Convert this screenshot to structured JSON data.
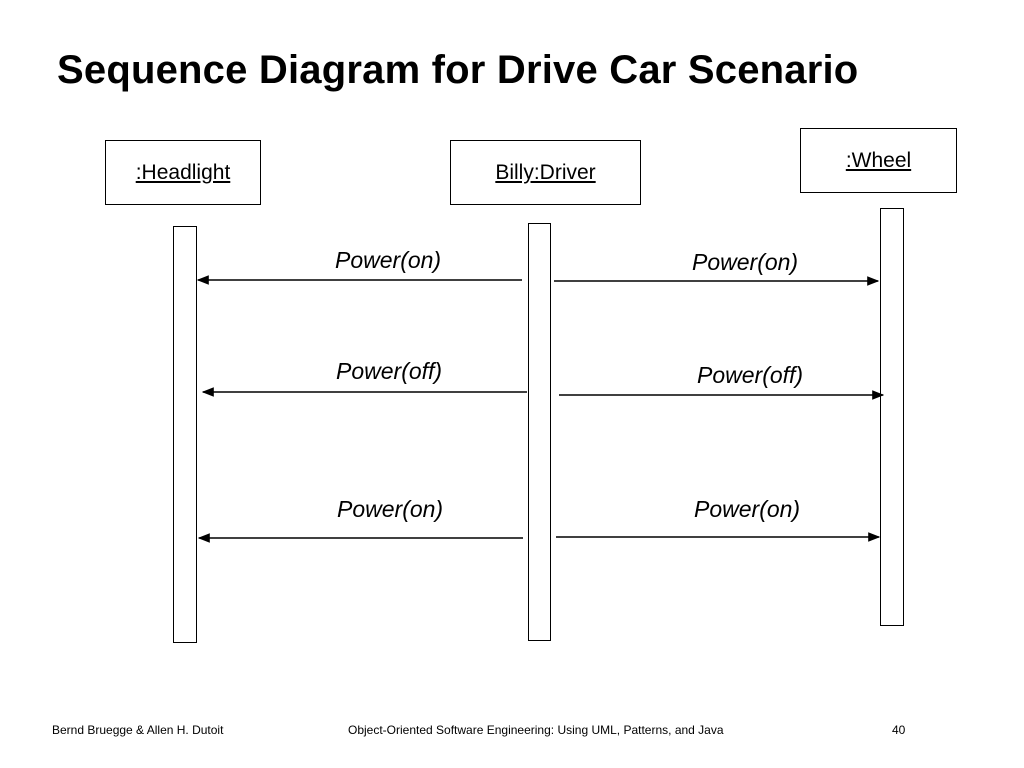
{
  "slide": {
    "title": "Sequence Diagram for Drive Car Scenario"
  },
  "objects": {
    "headlight": ":Headlight",
    "driver": "Billy:Driver",
    "wheel": ":Wheel"
  },
  "messages": [
    {
      "label_left": "Power(on)",
      "label_right": "Power(on)"
    },
    {
      "label_left": "Power(off)",
      "label_right": "Power(off)"
    },
    {
      "label_left": "Power(on)",
      "label_right": "Power(on)"
    }
  ],
  "footer": {
    "authors": "Bernd Bruegge & Allen H. Dutoit",
    "book": "Object-Oriented Software Engineering: Using UML, Patterns, and Java",
    "page_number": "40"
  }
}
